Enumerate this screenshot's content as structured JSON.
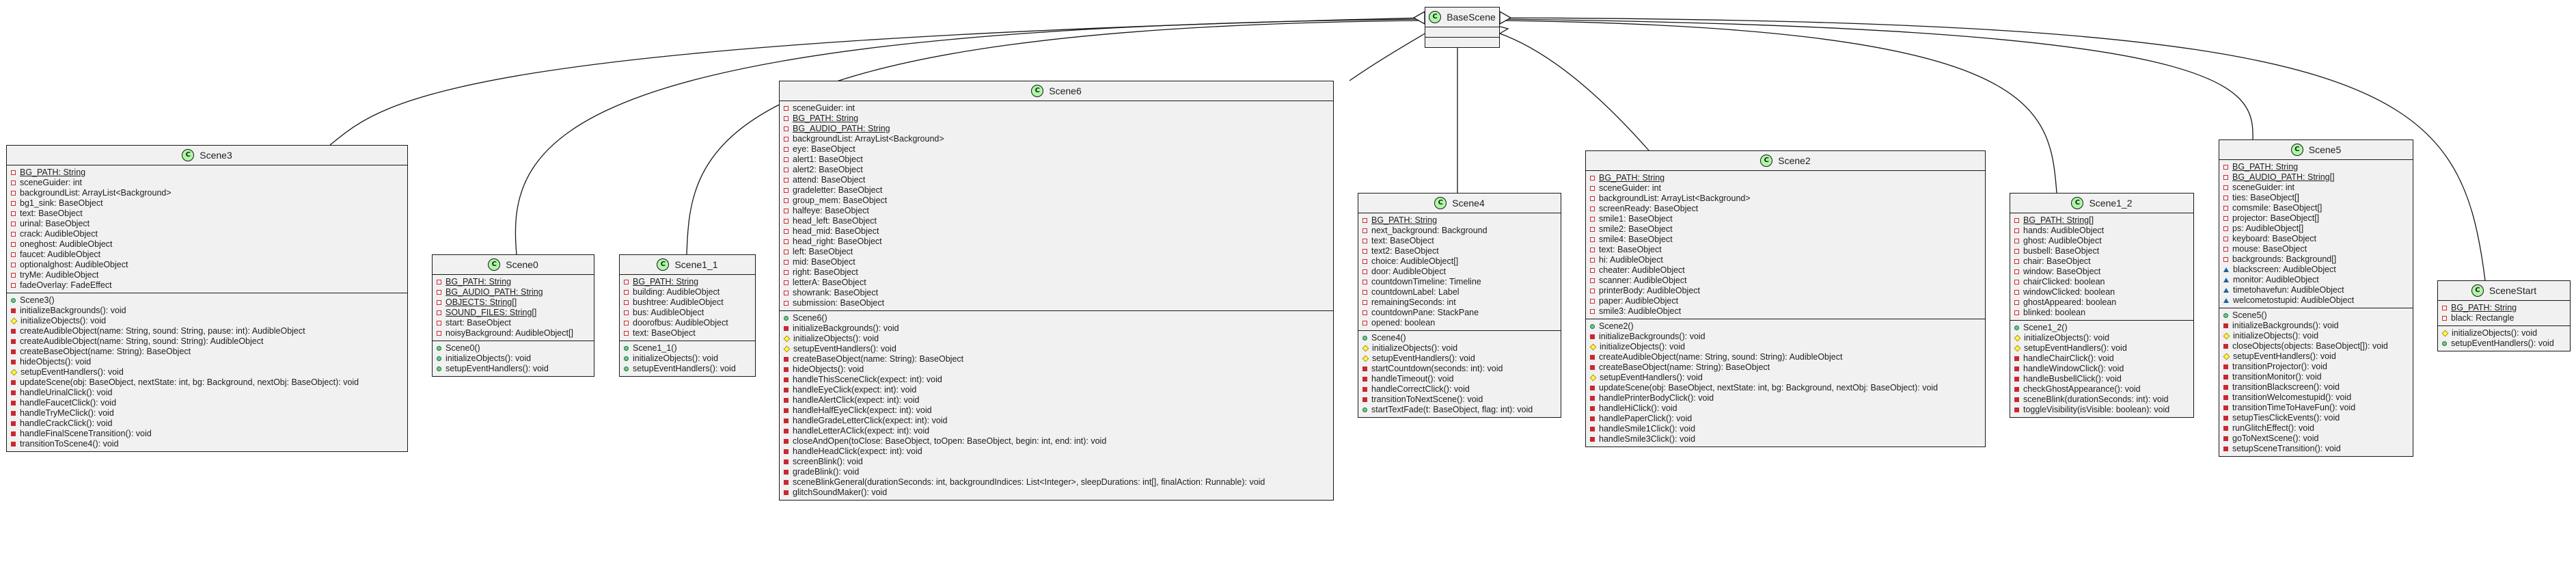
{
  "diagram_type": "UML class diagram",
  "classes": {
    "BaseScene": {
      "name": "BaseScene",
      "fields": [],
      "methods": []
    },
    "Scene3": {
      "name": "Scene3",
      "fields": [
        {
          "vis": "private",
          "static": true,
          "text": "BG_PATH: String"
        },
        {
          "vis": "private",
          "text": "sceneGuider: int"
        },
        {
          "vis": "private",
          "text": "backgroundList: ArrayList<Background>"
        },
        {
          "vis": "private",
          "text": "bg1_sink: BaseObject"
        },
        {
          "vis": "private",
          "text": "text: BaseObject"
        },
        {
          "vis": "private",
          "text": "urinal: BaseObject"
        },
        {
          "vis": "private",
          "text": "crack: AudibleObject"
        },
        {
          "vis": "private",
          "text": "oneghost: AudibleObject"
        },
        {
          "vis": "private",
          "text": "faucet: AudibleObject"
        },
        {
          "vis": "private",
          "text": "optionalghost: AudibleObject"
        },
        {
          "vis": "private",
          "text": "tryMe: AudibleObject"
        },
        {
          "vis": "private",
          "text": "fadeOverlay: FadeEffect"
        }
      ],
      "methods": [
        {
          "vis": "public",
          "text": "Scene3()"
        },
        {
          "vis": "private",
          "text": "initializeBackgrounds(): void"
        },
        {
          "vis": "protected",
          "text": "initializeObjects(): void"
        },
        {
          "vis": "private",
          "text": "createAudibleObject(name: String, sound: String, pause: int): AudibleObject"
        },
        {
          "vis": "private",
          "text": "createAudibleObject(name: String, sound: String): AudibleObject"
        },
        {
          "vis": "private",
          "text": "createBaseObject(name: String): BaseObject"
        },
        {
          "vis": "private",
          "text": "hideObjects(): void"
        },
        {
          "vis": "protected",
          "text": "setupEventHandlers(): void"
        },
        {
          "vis": "private",
          "text": "updateScene(obj: BaseObject, nextState: int, bg: Background, nextObj: BaseObject): void"
        },
        {
          "vis": "private",
          "text": "handleUrinalClick(): void"
        },
        {
          "vis": "private",
          "text": "handleFaucetClick(): void"
        },
        {
          "vis": "private",
          "text": "handleTryMeClick(): void"
        },
        {
          "vis": "private",
          "text": "handleCrackClick(): void"
        },
        {
          "vis": "private",
          "text": "handleFinalSceneTransition(): void"
        },
        {
          "vis": "private",
          "text": "transitionToScene4(): void"
        }
      ]
    },
    "Scene0": {
      "name": "Scene0",
      "fields": [
        {
          "vis": "private",
          "static": true,
          "text": "BG_PATH: String"
        },
        {
          "vis": "private",
          "static": true,
          "text": "BG_AUDIO_PATH: String"
        },
        {
          "vis": "private",
          "static": true,
          "text": "OBJECTS: String[]"
        },
        {
          "vis": "private",
          "static": true,
          "text": "SOUND_FILES: String[]"
        },
        {
          "vis": "private",
          "text": "start: BaseObject"
        },
        {
          "vis": "private",
          "text": "noisyBackground: AudibleObject[]"
        }
      ],
      "methods": [
        {
          "vis": "public",
          "text": "Scene0()"
        },
        {
          "vis": "public",
          "text": "initializeObjects(): void"
        },
        {
          "vis": "public",
          "text": "setupEventHandlers(): void"
        }
      ]
    },
    "Scene1_1": {
      "name": "Scene1_1",
      "fields": [
        {
          "vis": "private",
          "static": true,
          "text": "BG_PATH: String"
        },
        {
          "vis": "private",
          "text": "building: AudibleObject"
        },
        {
          "vis": "private",
          "text": "bushtree: AudibleObject"
        },
        {
          "vis": "private",
          "text": "bus: AudibleObject"
        },
        {
          "vis": "private",
          "text": "doorofbus: AudibleObject"
        },
        {
          "vis": "private",
          "text": "text: BaseObject"
        }
      ],
      "methods": [
        {
          "vis": "public",
          "text": "Scene1_1()"
        },
        {
          "vis": "public",
          "text": "initializeObjects(): void"
        },
        {
          "vis": "public",
          "text": "setupEventHandlers(): void"
        }
      ]
    },
    "Scene6": {
      "name": "Scene6",
      "fields": [
        {
          "vis": "private",
          "text": "sceneGuider: int"
        },
        {
          "vis": "private",
          "static": true,
          "text": "BG_PATH: String"
        },
        {
          "vis": "private",
          "static": true,
          "text": "BG_AUDIO_PATH: String"
        },
        {
          "vis": "private",
          "text": "backgroundList: ArrayList<Background>"
        },
        {
          "vis": "private",
          "text": "eye: BaseObject"
        },
        {
          "vis": "private",
          "text": "alert1: BaseObject"
        },
        {
          "vis": "private",
          "text": "alert2: BaseObject"
        },
        {
          "vis": "private",
          "text": "attend: BaseObject"
        },
        {
          "vis": "private",
          "text": "gradeletter: BaseObject"
        },
        {
          "vis": "private",
          "text": "group_mem: BaseObject"
        },
        {
          "vis": "private",
          "text": "halfeye: BaseObject"
        },
        {
          "vis": "private",
          "text": "head_left: BaseObject"
        },
        {
          "vis": "private",
          "text": "head_mid: BaseObject"
        },
        {
          "vis": "private",
          "text": "head_right: BaseObject"
        },
        {
          "vis": "private",
          "text": "left: BaseObject"
        },
        {
          "vis": "private",
          "text": "mid: BaseObject"
        },
        {
          "vis": "private",
          "text": "right: BaseObject"
        },
        {
          "vis": "private",
          "text": "letterA: BaseObject"
        },
        {
          "vis": "private",
          "text": "showrank: BaseObject"
        },
        {
          "vis": "private",
          "text": "submission: BaseObject"
        }
      ],
      "methods": [
        {
          "vis": "public",
          "text": "Scene6()"
        },
        {
          "vis": "private",
          "text": "initializeBackgrounds(): void"
        },
        {
          "vis": "protected",
          "text": "initializeObjects(): void"
        },
        {
          "vis": "protected",
          "text": "setupEventHandlers(): void"
        },
        {
          "vis": "private",
          "text": "createBaseObject(name: String): BaseObject"
        },
        {
          "vis": "private",
          "text": "hideObjects(): void"
        },
        {
          "vis": "private",
          "text": "handleThisSceneClick(expect: int): void"
        },
        {
          "vis": "private",
          "text": "handleEyeClick(expect: int): void"
        },
        {
          "vis": "private",
          "text": "handleAlertClick(expect: int): void"
        },
        {
          "vis": "private",
          "text": "handleHalfEyeClick(expect: int): void"
        },
        {
          "vis": "private",
          "text": "handleGradeLetterClick(expect: int): void"
        },
        {
          "vis": "private",
          "text": "handleLetterAClick(expect: int): void"
        },
        {
          "vis": "private",
          "text": "closeAndOpen(toClose: BaseObject, toOpen: BaseObject, begin: int, end: int): void"
        },
        {
          "vis": "private",
          "text": "handleHeadClick(expect: int): void"
        },
        {
          "vis": "private",
          "text": "screenBlink(): void"
        },
        {
          "vis": "private",
          "text": "gradeBlink(): void"
        },
        {
          "vis": "private",
          "text": "sceneBlinkGeneral(durationSeconds: int, backgroundIndices: List<Integer>, sleepDurations: int[], finalAction: Runnable): void"
        },
        {
          "vis": "private",
          "text": "glitchSoundMaker(): void"
        }
      ]
    },
    "Scene4": {
      "name": "Scene4",
      "fields": [
        {
          "vis": "private",
          "static": true,
          "text": "BG_PATH: String"
        },
        {
          "vis": "private",
          "text": "next_background: Background"
        },
        {
          "vis": "private",
          "text": "text: BaseObject"
        },
        {
          "vis": "private",
          "text": "text2: BaseObject"
        },
        {
          "vis": "private",
          "text": "choice: AudibleObject[]"
        },
        {
          "vis": "private",
          "text": "door: AudibleObject"
        },
        {
          "vis": "private",
          "text": "countdownTimeline: Timeline"
        },
        {
          "vis": "private",
          "text": "countdownLabel: Label"
        },
        {
          "vis": "private",
          "text": "remainingSeconds: int"
        },
        {
          "vis": "private",
          "text": "countdownPane: StackPane"
        },
        {
          "vis": "private",
          "text": "opened: boolean"
        }
      ],
      "methods": [
        {
          "vis": "public",
          "text": "Scene4()"
        },
        {
          "vis": "protected",
          "text": "initializeObjects(): void"
        },
        {
          "vis": "protected",
          "text": "setupEventHandlers(): void"
        },
        {
          "vis": "private",
          "text": "startCountdown(seconds: int): void"
        },
        {
          "vis": "private",
          "text": "handleTimeout(): void"
        },
        {
          "vis": "private",
          "text": "handleCorrectClick(): void"
        },
        {
          "vis": "private",
          "text": "transitionToNextScene(): void"
        },
        {
          "vis": "public",
          "text": "startTextFade(t: BaseObject, flag: int): void"
        }
      ]
    },
    "Scene2": {
      "name": "Scene2",
      "fields": [
        {
          "vis": "private",
          "static": true,
          "text": "BG_PATH: String"
        },
        {
          "vis": "private",
          "text": "sceneGuider: int"
        },
        {
          "vis": "private",
          "text": "backgroundList: ArrayList<Background>"
        },
        {
          "vis": "private",
          "text": "screenReady: BaseObject"
        },
        {
          "vis": "private",
          "text": "smile1: BaseObject"
        },
        {
          "vis": "private",
          "text": "smile2: BaseObject"
        },
        {
          "vis": "private",
          "text": "smile4: BaseObject"
        },
        {
          "vis": "private",
          "text": "text: BaseObject"
        },
        {
          "vis": "private",
          "text": "hi: AudibleObject"
        },
        {
          "vis": "private",
          "text": "cheater: AudibleObject"
        },
        {
          "vis": "private",
          "text": "scanner: AudibleObject"
        },
        {
          "vis": "private",
          "text": "printerBody: AudibleObject"
        },
        {
          "vis": "private",
          "text": "paper: AudibleObject"
        },
        {
          "vis": "private",
          "text": "smile3: AudibleObject"
        }
      ],
      "methods": [
        {
          "vis": "public",
          "text": "Scene2()"
        },
        {
          "vis": "private",
          "text": "initializeBackgrounds(): void"
        },
        {
          "vis": "protected",
          "text": "initializeObjects(): void"
        },
        {
          "vis": "private",
          "text": "createAudibleObject(name: String, sound: String): AudibleObject"
        },
        {
          "vis": "private",
          "text": "createBaseObject(name: String): BaseObject"
        },
        {
          "vis": "protected",
          "text": "setupEventHandlers(): void"
        },
        {
          "vis": "private",
          "text": "updateScene(obj: BaseObject, nextState: int, bg: Background, nextObj: BaseObject): void"
        },
        {
          "vis": "private",
          "text": "handlePrinterBodyClick(): void"
        },
        {
          "vis": "private",
          "text": "handleHiClick(): void"
        },
        {
          "vis": "private",
          "text": "handlePaperClick(): void"
        },
        {
          "vis": "private",
          "text": "handleSmile1Click(): void"
        },
        {
          "vis": "private",
          "text": "handleSmile3Click(): void"
        }
      ]
    },
    "Scene1_2": {
      "name": "Scene1_2",
      "fields": [
        {
          "vis": "private",
          "static": true,
          "text": "BG_PATH: String[]"
        },
        {
          "vis": "private",
          "text": "hands: AudibleObject"
        },
        {
          "vis": "private",
          "text": "ghost: AudibleObject"
        },
        {
          "vis": "private",
          "text": "busbell: BaseObject"
        },
        {
          "vis": "private",
          "text": "chair: BaseObject"
        },
        {
          "vis": "private",
          "text": "window: BaseObject"
        },
        {
          "vis": "private",
          "text": "chairClicked: boolean"
        },
        {
          "vis": "private",
          "text": "windowClicked: boolean"
        },
        {
          "vis": "private",
          "text": "ghostAppeared: boolean"
        },
        {
          "vis": "private",
          "text": "blinked: boolean"
        }
      ],
      "methods": [
        {
          "vis": "public",
          "text": "Scene1_2()"
        },
        {
          "vis": "protected",
          "text": "initializeObjects(): void"
        },
        {
          "vis": "protected",
          "text": "setupEventHandlers(): void"
        },
        {
          "vis": "private",
          "text": "handleChairClick(): void"
        },
        {
          "vis": "private",
          "text": "handleWindowClick(): void"
        },
        {
          "vis": "private",
          "text": "handleBusbellClick(): void"
        },
        {
          "vis": "private",
          "text": "checkGhostAppearance(): void"
        },
        {
          "vis": "private",
          "text": "sceneBlink(durationSeconds: int): void"
        },
        {
          "vis": "private",
          "text": "toggleVisibility(isVisible: boolean): void"
        }
      ]
    },
    "Scene5": {
      "name": "Scene5",
      "fields": [
        {
          "vis": "private",
          "static": true,
          "text": "BG_PATH: String"
        },
        {
          "vis": "private",
          "static": true,
          "text": "BG_AUDIO_PATH: String[]"
        },
        {
          "vis": "private",
          "text": "sceneGuider: int"
        },
        {
          "vis": "private",
          "text": "ties: BaseObject[]"
        },
        {
          "vis": "private",
          "text": "comsmile: BaseObject[]"
        },
        {
          "vis": "private",
          "text": "projector: BaseObject[]"
        },
        {
          "vis": "private",
          "text": "ps: AudibleObject[]"
        },
        {
          "vis": "private",
          "text": "keyboard: BaseObject"
        },
        {
          "vis": "private",
          "text": "mouse: BaseObject"
        },
        {
          "vis": "private",
          "text": "backgrounds: Background[]"
        },
        {
          "vis": "package",
          "text": "blackscreen: AudibleObject"
        },
        {
          "vis": "package",
          "text": "monitor: AudibleObject"
        },
        {
          "vis": "package",
          "text": "timetohavefun: AudibleObject"
        },
        {
          "vis": "package",
          "text": "welcometostupid: AudibleObject"
        }
      ],
      "methods": [
        {
          "vis": "public",
          "text": "Scene5()"
        },
        {
          "vis": "private",
          "text": "initializeBackgrounds(): void"
        },
        {
          "vis": "protected",
          "text": "initializeObjects(): void"
        },
        {
          "vis": "private",
          "text": "closeObjects(objects: BaseObject[]): void"
        },
        {
          "vis": "protected",
          "text": "setupEventHandlers(): void"
        },
        {
          "vis": "private",
          "text": "transitionProjector(): void"
        },
        {
          "vis": "private",
          "text": "transitionMonitor(): void"
        },
        {
          "vis": "private",
          "text": "transitionBlackscreen(): void"
        },
        {
          "vis": "private",
          "text": "transitionWelcomestupid(): void"
        },
        {
          "vis": "private",
          "text": "transitionTimeToHaveFun(): void"
        },
        {
          "vis": "private",
          "text": "setupTiesClickEvents(): void"
        },
        {
          "vis": "private",
          "text": "runGlitchEffect(): void"
        },
        {
          "vis": "private",
          "text": "goToNextScene(): void"
        },
        {
          "vis": "private",
          "text": "setupSceneTransition(): void"
        }
      ]
    },
    "SceneStart": {
      "name": "SceneStart",
      "fields": [
        {
          "vis": "private",
          "static": true,
          "text": "BG_PATH: String"
        },
        {
          "vis": "private",
          "text": "black: Rectangle"
        }
      ],
      "methods": [
        {
          "vis": "protected",
          "text": "initializeObjects(): void"
        },
        {
          "vis": "public",
          "text": "setupEventHandlers(): void"
        }
      ]
    }
  },
  "relations": [
    {
      "from": "Scene3",
      "to": "BaseScene",
      "type": "inheritance"
    },
    {
      "from": "Scene0",
      "to": "BaseScene",
      "type": "inheritance"
    },
    {
      "from": "Scene1_1",
      "to": "BaseScene",
      "type": "inheritance"
    },
    {
      "from": "Scene6",
      "to": "BaseScene",
      "type": "inheritance"
    },
    {
      "from": "Scene4",
      "to": "BaseScene",
      "type": "inheritance"
    },
    {
      "from": "Scene2",
      "to": "BaseScene",
      "type": "inheritance"
    },
    {
      "from": "Scene1_2",
      "to": "BaseScene",
      "type": "inheritance"
    },
    {
      "from": "Scene5",
      "to": "BaseScene",
      "type": "inheritance"
    },
    {
      "from": "SceneStart",
      "to": "BaseScene",
      "type": "inheritance"
    }
  ]
}
